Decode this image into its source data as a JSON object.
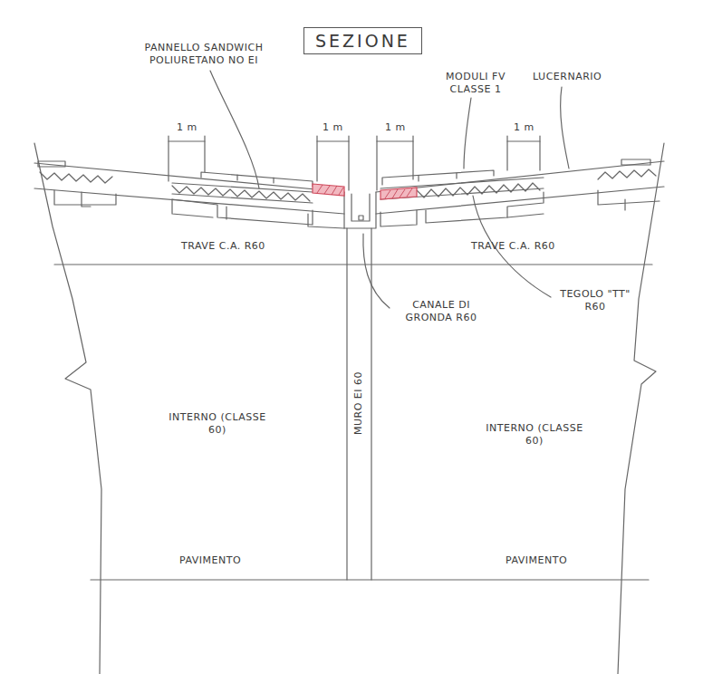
{
  "diagram": {
    "title": "SEZIONE",
    "labels": [
      "PANNELLO SANDWICH POLIURETANO NO EI",
      "MODULI FV CLASSE 1",
      "LUCERNARIO",
      "1 m",
      "1 m",
      "1 m",
      "1 m",
      "TRAVE C.A. R60",
      "TRAVE C.A. R60",
      "CANALE DI GRONDA R60",
      "TEGOLO \"TT\" R60",
      "MURO EI 60",
      "INTERNO (CLASSE 60)",
      "INTERNO (CLASSE 60)",
      "PAVIMENTO",
      "PAVIMENTO"
    ]
  }
}
